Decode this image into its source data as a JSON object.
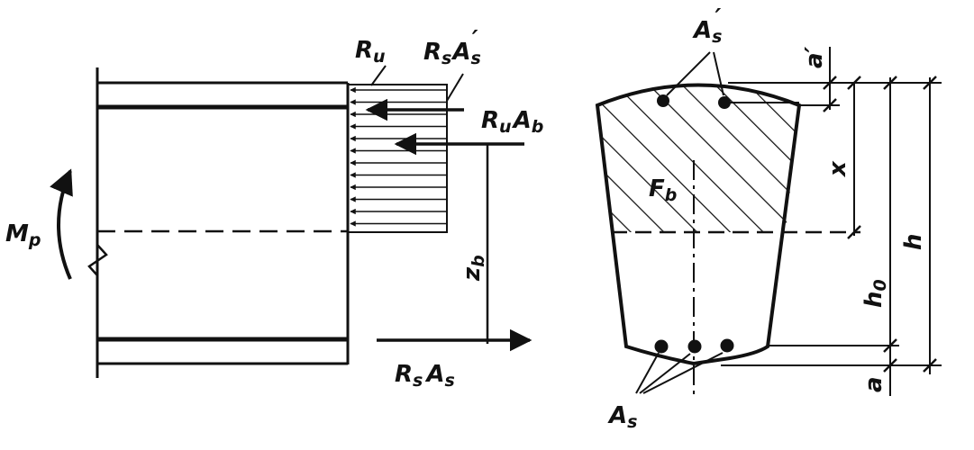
{
  "colors": {
    "ink": "#111111",
    "paper": "#ffffff"
  },
  "left_figure": {
    "ru": {
      "main": "R",
      "sub": "u"
    },
    "rs_as_prime": {
      "main1": "R",
      "sub1": "s",
      "main2": "A",
      "sub2": "s",
      "prime": "′"
    },
    "ru_ab": {
      "main1": "R",
      "sub1": "u",
      "main2": "A",
      "sub2": "b"
    },
    "mp": {
      "main": "M",
      "sub": "p"
    },
    "zb": {
      "main": "z",
      "sub": "b"
    },
    "rs_as": {
      "main1": "R",
      "sub1": "s",
      "main2": "A",
      "sub2": "s"
    }
  },
  "right_figure": {
    "as_prime": {
      "main": "A",
      "sub": "s",
      "prime": "′"
    },
    "a_prime": "a′",
    "x": "x",
    "fb": {
      "main": "F",
      "sub": "b"
    },
    "h0": {
      "main": "h",
      "sub": "0"
    },
    "h": "h",
    "a": "a",
    "as": {
      "main": "A",
      "sub": "s"
    }
  }
}
